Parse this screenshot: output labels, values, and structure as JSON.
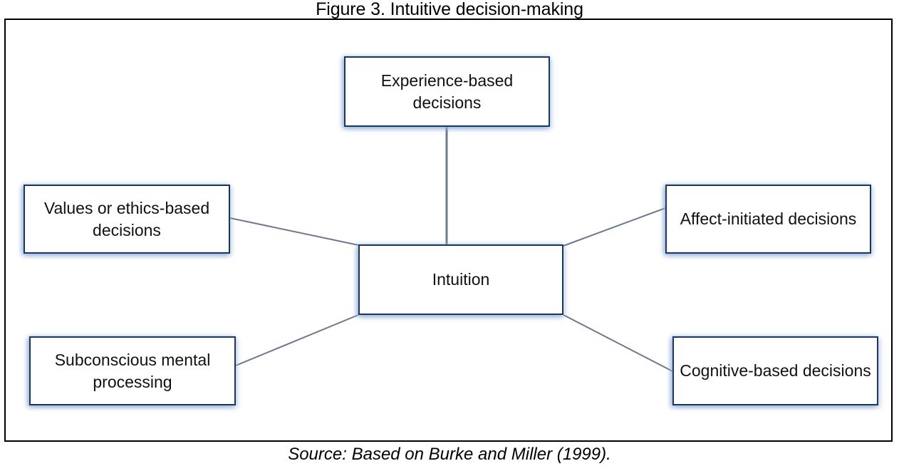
{
  "figure": {
    "title": "Figure 3. Intuitive decision-making",
    "source": "Source: Based on Burke and Miller (1999).",
    "border_color": "#000000",
    "node_border_color": "#17375e",
    "node_glow_color": "#96afd7",
    "connector_color": "#6c7a8c"
  },
  "nodes": {
    "center": {
      "id": "intuition",
      "label": "Intuition"
    },
    "experience": {
      "id": "experience",
      "label": "Experience-based decisions"
    },
    "values": {
      "id": "values",
      "label": "Values or ethics-based decisions"
    },
    "affect": {
      "id": "affect",
      "label": "Affect-initiated decisions"
    },
    "subconscious": {
      "id": "subconscious",
      "label": "Subconscious mental processing"
    },
    "cognitive": {
      "id": "cognitive",
      "label": "Cognitive-based decisions"
    }
  },
  "connectors": [
    {
      "from": "experience",
      "to": "intuition"
    },
    {
      "from": "values",
      "to": "intuition"
    },
    {
      "from": "affect",
      "to": "intuition"
    },
    {
      "from": "subconscious",
      "to": "intuition"
    },
    {
      "from": "cognitive",
      "to": "intuition"
    }
  ]
}
